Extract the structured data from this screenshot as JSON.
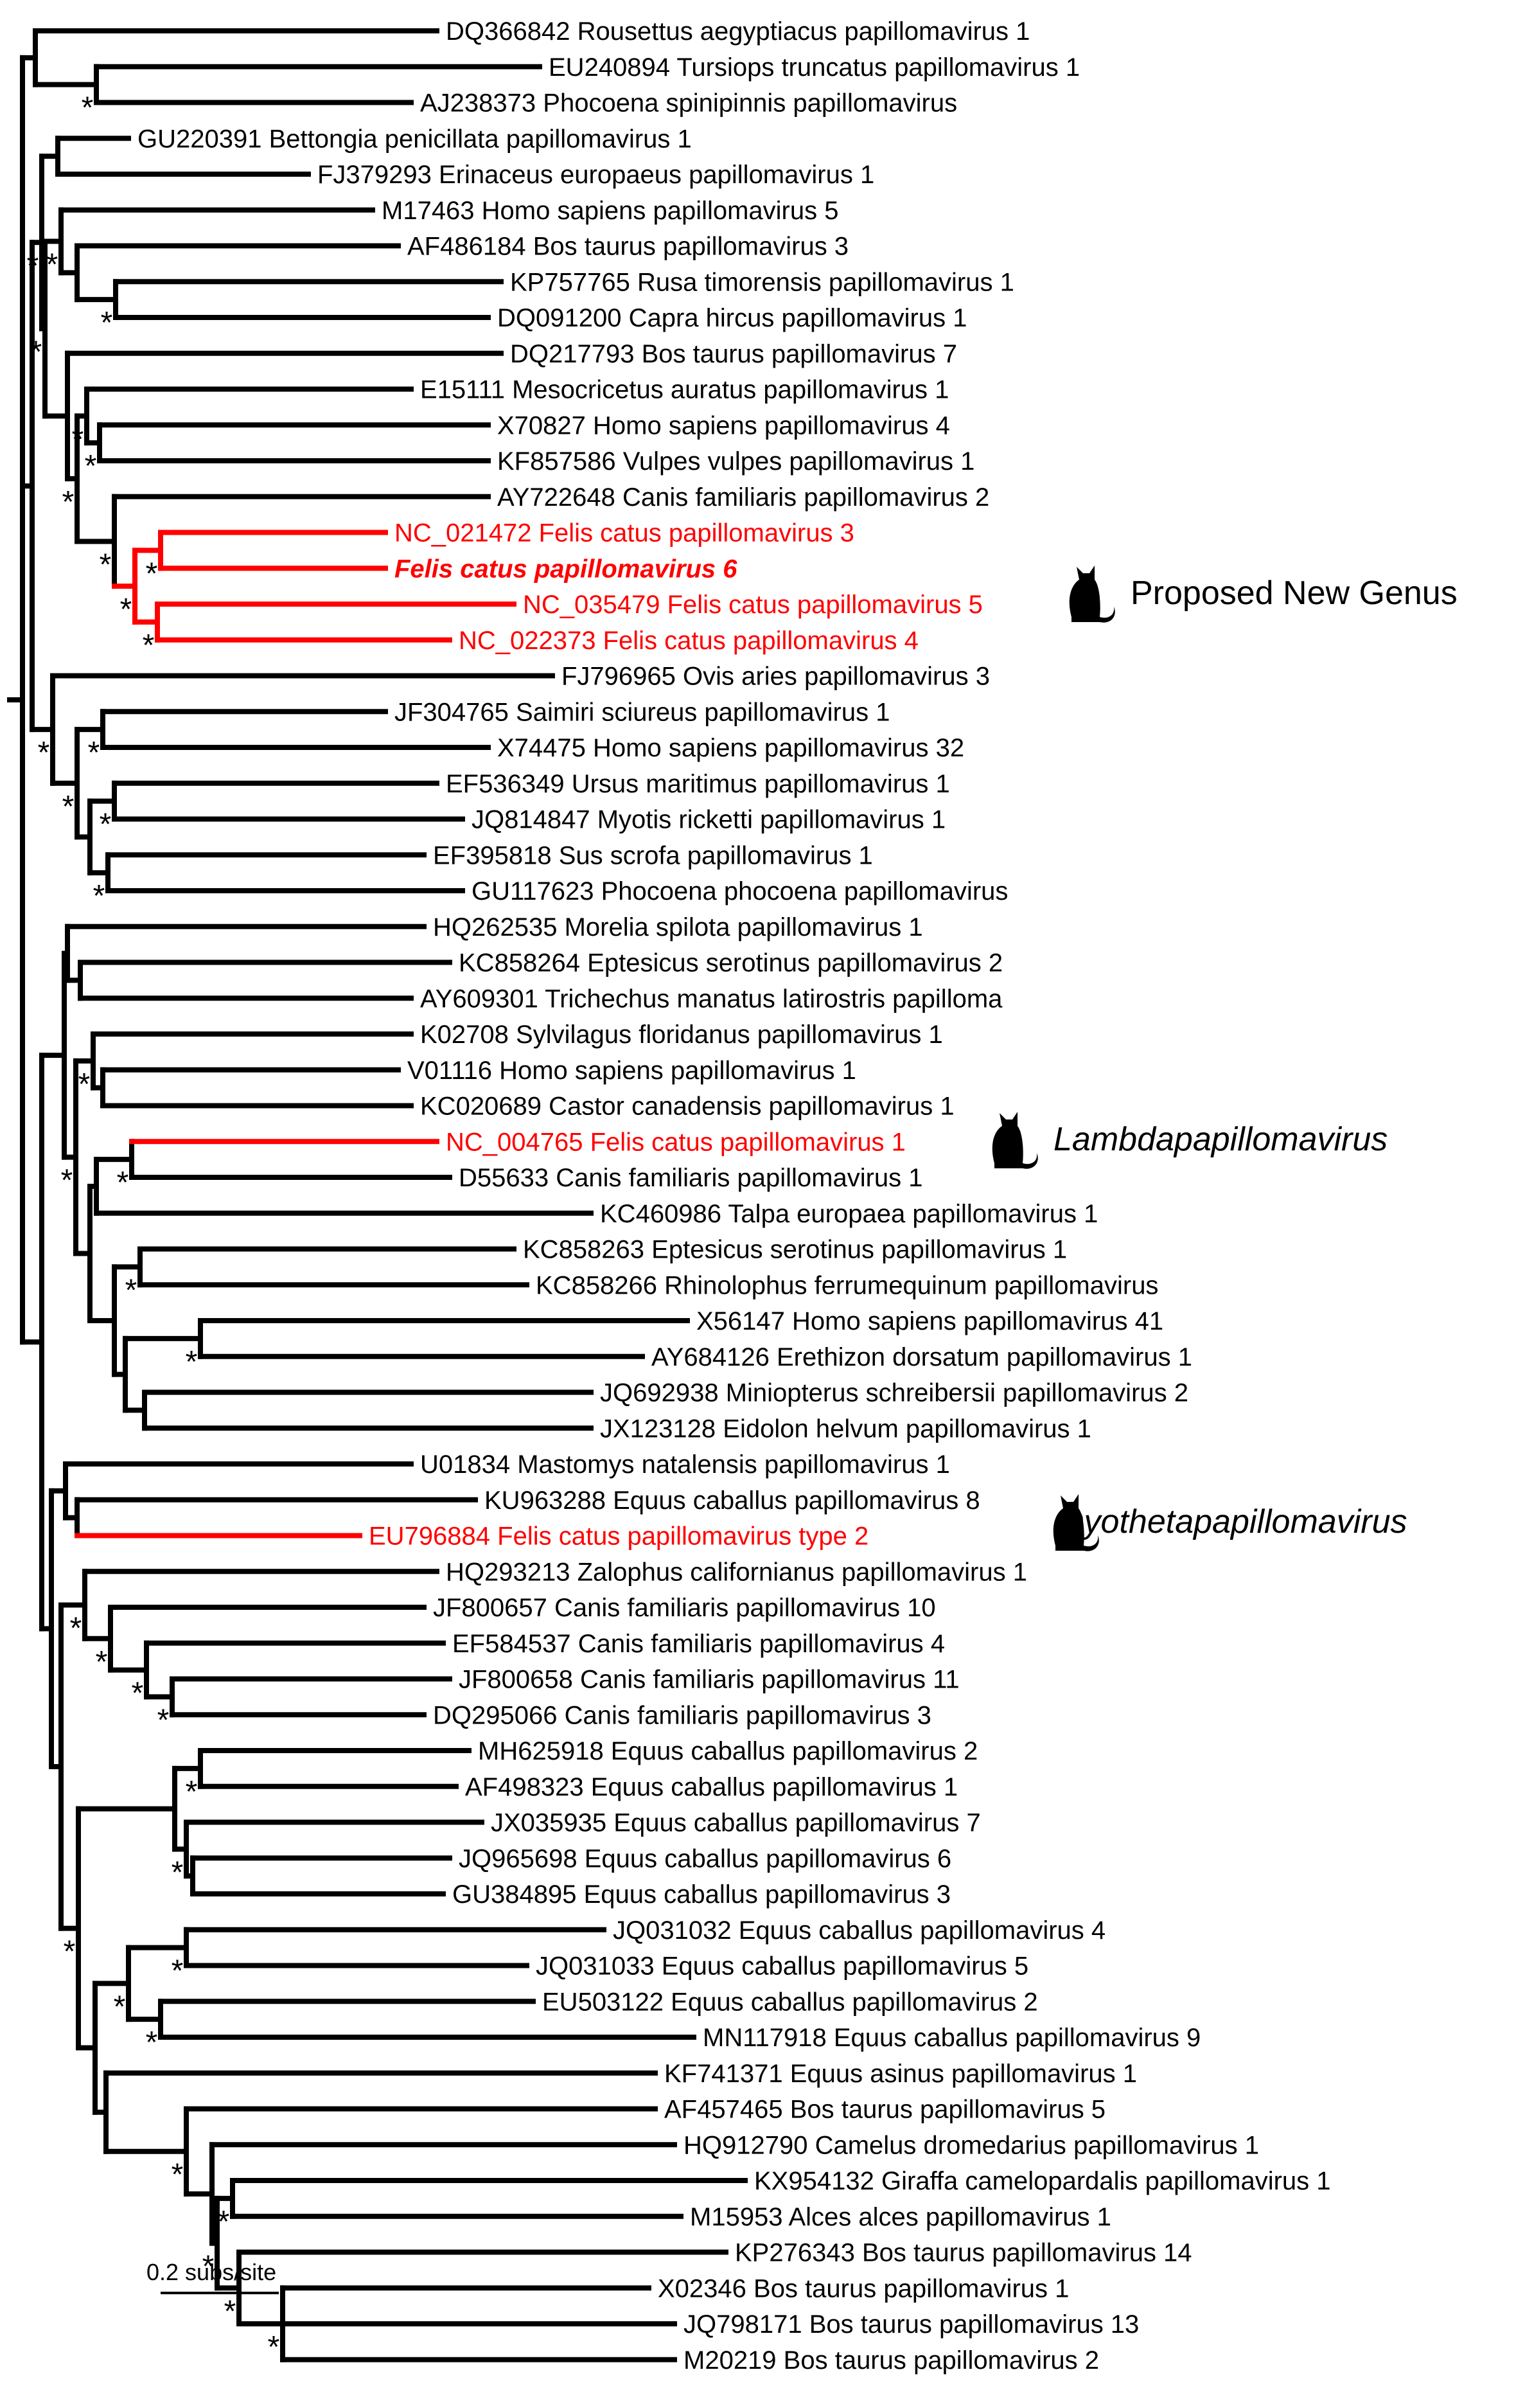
{
  "colors": {
    "branch": "#000000",
    "feline": "#ff0000"
  },
  "tree": {
    "leaves": [
      "DQ366842 Rousettus aegyptiacus papillomavirus 1",
      "EU240894 Tursiops truncatus papillomavirus 1",
      "AJ238373 Phocoena spinipinnis papillomavirus",
      "GU220391 Bettongia penicillata papillomavirus 1",
      "FJ379293 Erinaceus europaeus papillomavirus 1",
      "M17463 Homo sapiens papillomavirus 5",
      "AF486184 Bos taurus papillomavirus 3",
      "KP757765 Rusa timorensis papillomavirus 1",
      "DQ091200 Capra hircus papillomavirus 1",
      "DQ217793 Bos taurus papillomavirus 7",
      "E15111 Mesocricetus auratus papillomavirus 1",
      "X70827 Homo sapiens papillomavirus 4",
      "KF857586 Vulpes vulpes papillomavirus 1",
      "AY722648 Canis familiaris papillomavirus 2",
      "NC_021472 Felis catus papillomavirus 3",
      "Felis catus papillomavirus 6",
      "NC_035479 Felis catus papillomavirus 5",
      "NC_022373 Felis catus papillomavirus 4",
      "FJ796965 Ovis aries papillomavirus 3",
      "JF304765 Saimiri sciureus papillomavirus 1",
      "X74475 Homo sapiens papillomavirus 32",
      "EF536349 Ursus maritimus papillomavirus 1",
      "JQ814847 Myotis ricketti papillomavirus 1",
      "EF395818 Sus scrofa papillomavirus 1",
      "GU117623 Phocoena phocoena papillomavirus",
      "HQ262535 Morelia spilota papillomavirus 1",
      "KC858264 Eptesicus serotinus papillomavirus 2",
      "AY609301 Trichechus manatus latirostris papilloma",
      "K02708 Sylvilagus floridanus papillomavirus 1",
      "V01116 Homo sapiens papillomavirus 1",
      "KC020689 Castor canadensis papillomavirus 1",
      "NC_004765 Felis catus papillomavirus 1",
      "D55633 Canis familiaris papillomavirus 1",
      "KC460986 Talpa europaea papillomavirus 1",
      "KC858263 Eptesicus serotinus papillomavirus 1",
      "KC858266 Rhinolophus ferrumequinum papillomavirus",
      "X56147 Homo sapiens papillomavirus 41",
      "AY684126 Erethizon dorsatum papillomavirus 1",
      "JQ692938 Miniopterus schreibersii papillomavirus 2",
      "JX123128 Eidolon helvum papillomavirus 1",
      "U01834 Mastomys natalensis papillomavirus 1",
      "KU963288 Equus caballus papillomavirus 8",
      "EU796884 Felis catus papillomavirus type 2",
      "HQ293213 Zalophus californianus papillomavirus 1",
      "JF800657 Canis familiaris papillomavirus 10",
      "EF584537 Canis familiaris papillomavirus 4",
      "JF800658 Canis familiaris papillomavirus 11",
      "DQ295066 Canis familiaris papillomavirus 3",
      "MH625918 Equus caballus papillomavirus 2",
      "AF498323 Equus caballus papillomavirus 1",
      "JX035935 Equus caballus papillomavirus 7",
      "JQ965698 Equus caballus papillomavirus 6",
      "GU384895 Equus caballus papillomavirus 3",
      "JQ031032 Equus caballus papillomavirus 4",
      "JQ031033 Equus caballus papillomavirus 5",
      "EU503122 Equus caballus papillomavirus 2",
      "MN117918 Equus caballus papillomavirus 9",
      "KF741371 Equus asinus papillomavirus 1",
      "AF457465 Bos taurus papillomavirus 5",
      "HQ912790 Camelus dromedarius papillomavirus 1",
      "KX954132 Giraffa camelopardalis papillomavirus 1",
      "M15953 Alces alces papillomavirus 1",
      "KP276343 Bos taurus papillomavirus 14",
      "X02346 Bos taurus papillomavirus 1",
      "JQ798171 Bos taurus papillomavirus 13",
      "M20219 Bos taurus papillomavirus 2"
    ],
    "support_marker": "*",
    "genus_labels": {
      "proposed": "Proposed New Genus",
      "lambda": "Lambdapapillomavirus",
      "dyotheta": "Dyothetapapillomavirus"
    },
    "scale_bar_label": "0.2 subs/site",
    "icons": [
      "cat-icon",
      "cat-icon",
      "cat-icon"
    ]
  }
}
